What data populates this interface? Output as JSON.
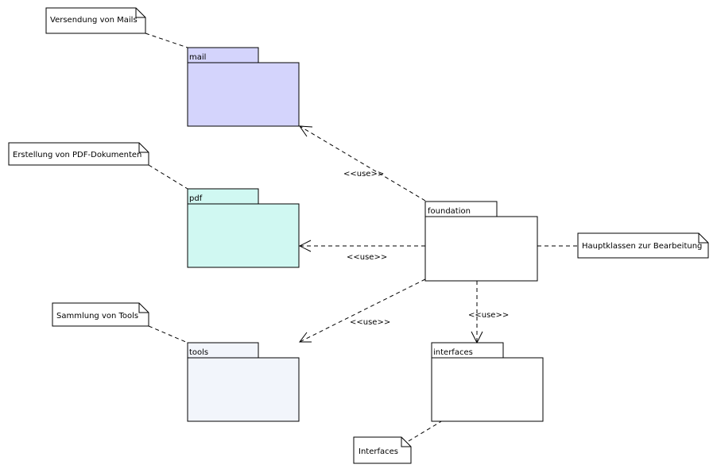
{
  "notes": {
    "mail": "Versendung von Mails",
    "pdf": "Erstellung von PDF-Dokumenten",
    "tools": "Sammlung von Tools",
    "foundation": "Hauptklassen zur Bearbeitung",
    "interfaces": "Interfaces"
  },
  "packages": {
    "mail": {
      "name": "mail",
      "color": "#d4d4fc"
    },
    "pdf": {
      "name": "pdf",
      "color": "#d0f8f2"
    },
    "tools": {
      "name": "tools",
      "color": "#f2f5fb"
    },
    "foundation": {
      "name": "foundation",
      "color": "#ffffff"
    },
    "interfaces": {
      "name": "interfaces",
      "color": "#ffffff"
    }
  },
  "dependencies": {
    "mail": "<<use>>",
    "pdf": "<<use>>",
    "tools": "<<use>>",
    "interfaces": "<<use>>"
  }
}
